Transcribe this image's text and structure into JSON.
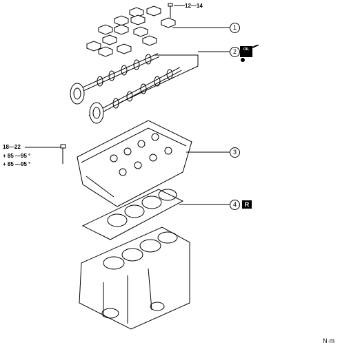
{
  "callouts": {
    "c1": "1",
    "c2": "2",
    "c3": "3",
    "c4": "4"
  },
  "torque": {
    "caps": "12—14",
    "head_bolt_1": "18—22",
    "head_bolt_2": "+ 85 —95 °",
    "head_bolt_3": "+ 85 —95 °"
  },
  "badges": {
    "oil": "OIL",
    "replace": "R"
  },
  "unit": "N·m"
}
